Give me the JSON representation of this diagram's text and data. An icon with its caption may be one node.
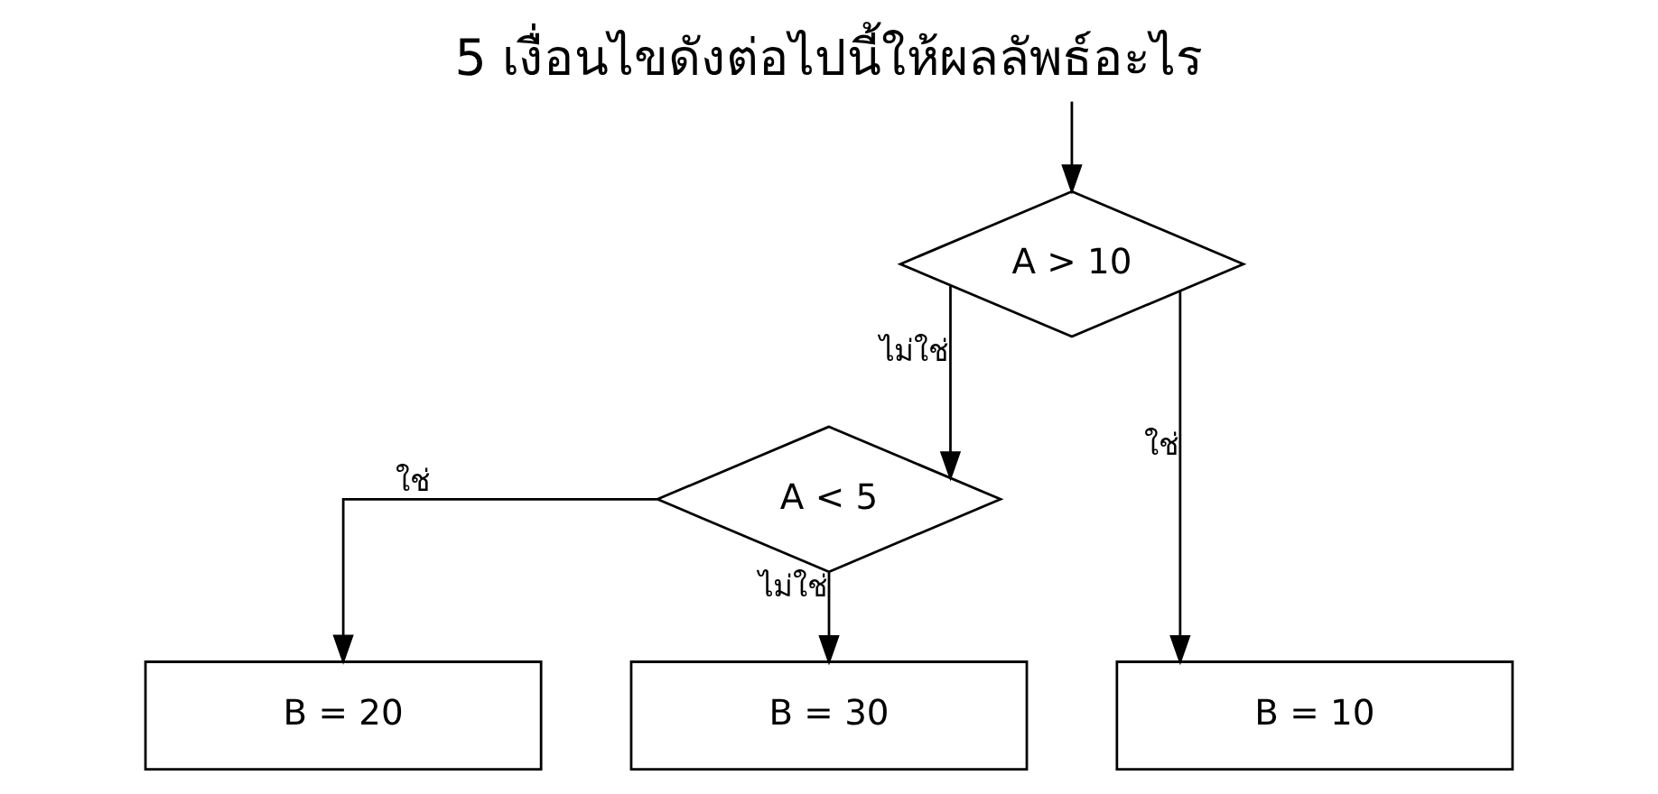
{
  "diagram": {
    "title": "5 เงื่อนไขดังต่อไปนี้ให้ผลลัพธ์อะไร",
    "nodes": [
      {
        "text": [
          "A > 10"
        ]
      },
      {
        "text": [
          "A < 5"
        ]
      },
      {
        "text": [
          "B = 10"
        ]
      },
      {
        "text": [
          "B = 20"
        ]
      },
      {
        "text": [
          "B = 30"
        ]
      }
    ],
    "edges": [
      {
        "from": null,
        "to": 0,
        "arrow": "to"
      },
      {
        "from": 0,
        "to": 1,
        "label": "ไม่ใช่",
        "arrow": "to"
      },
      {
        "from": 0,
        "to": 2,
        "label": "ใช่",
        "arrow": "to"
      },
      {
        "from": 1,
        "to": 3,
        "label": "ใช่",
        "arrow": "to"
      },
      {
        "from": 1,
        "to": 4,
        "label": "ไม่ใช่",
        "arrow": "to"
      }
    ]
  }
}
